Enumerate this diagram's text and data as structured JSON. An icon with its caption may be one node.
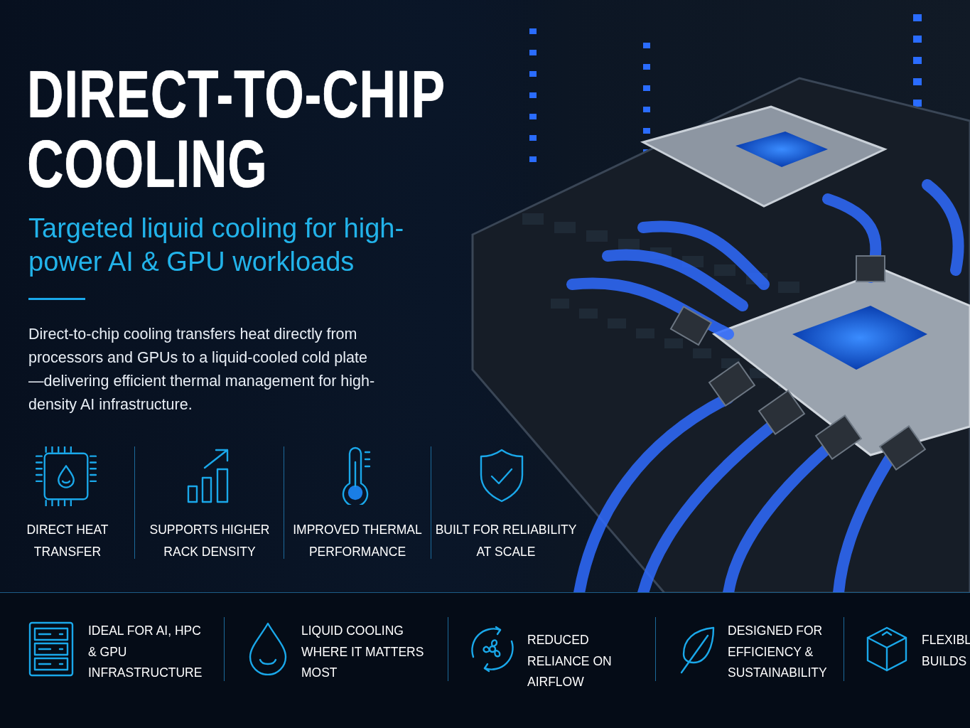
{
  "diagram": {
    "title": "DIRECT-TO-CHIP COOLING",
    "labels": [
      "Targeted liquid cooling for high-power AI & GPU workloads",
      "Direct-to-chip cooling transfers heat directly from processors and GPUs to a liquid-cooled cold plate—delivering efficient thermal management for high-density AI infrastructure.",
      "DIRECT HEAT TRANSFER",
      "SUPPORTS HIGHER RACK DENSITY",
      "IMPROVED THERMAL PERFORMANCE",
      "BUILT FOR RELIABILITY AT SCALE",
      "IDEAL FOR AI, HPC & GPU INFRASTRUCTURE",
      "LIQUID COOLING WHERE IT MATTERS MOST",
      "REDUCED RELIANCE ON AIRFLOW",
      "DESIGNED FOR EFFICIENCY & SUSTAINABILITY",
      "FLEXIBL BUILDS"
    ]
  }
}
